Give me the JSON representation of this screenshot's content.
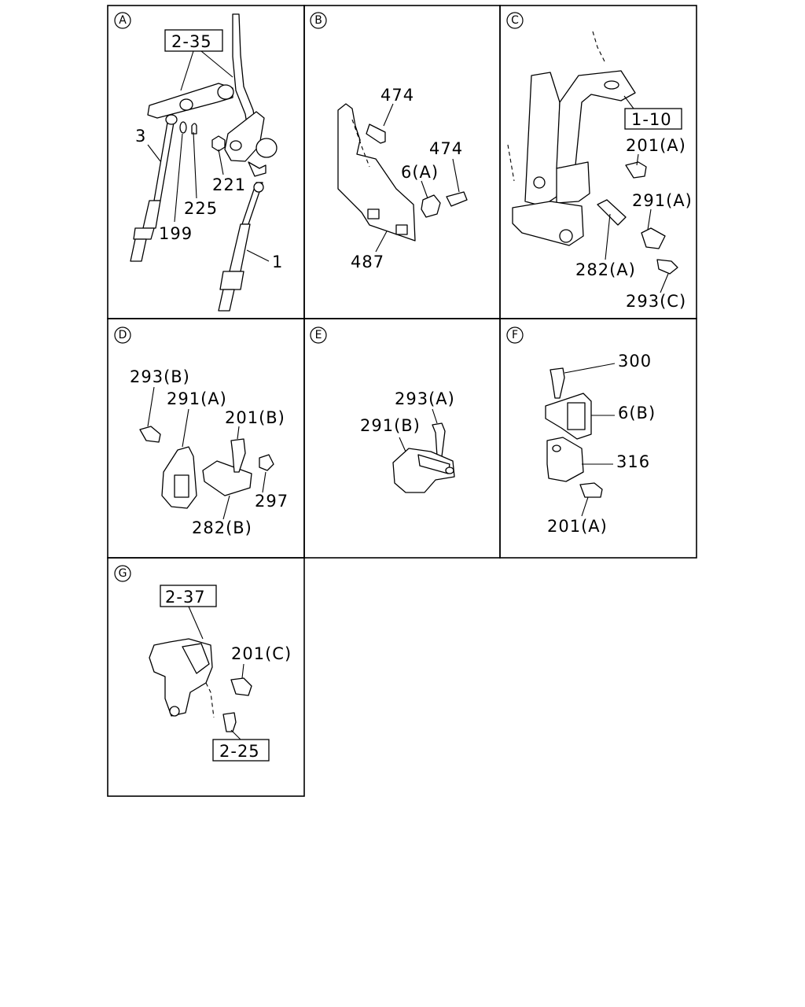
{
  "panels": [
    {
      "id": "A",
      "badge": "A",
      "refs": [
        "2-35"
      ],
      "callouts": [
        "3",
        "225",
        "221",
        "199",
        "1"
      ]
    },
    {
      "id": "B",
      "badge": "B",
      "refs": [],
      "callouts": [
        "474",
        "474",
        "6(A)",
        "487"
      ]
    },
    {
      "id": "C",
      "badge": "C",
      "refs": [
        "1-10"
      ],
      "callouts": [
        "201(A)",
        "291(A)",
        "282(A)",
        "293(C)"
      ]
    },
    {
      "id": "D",
      "badge": "D",
      "refs": [],
      "callouts": [
        "293(B)",
        "291(A)",
        "201(B)",
        "297",
        "282(B)"
      ]
    },
    {
      "id": "E",
      "badge": "E",
      "refs": [],
      "callouts": [
        "293(A)",
        "291(B)"
      ]
    },
    {
      "id": "F",
      "badge": "F",
      "refs": [],
      "callouts": [
        "300",
        "6(B)",
        "316",
        "201(A)"
      ]
    },
    {
      "id": "G",
      "badge": "G",
      "refs": [
        "2-37",
        "2-25"
      ],
      "callouts": [
        "201(C)"
      ]
    }
  ]
}
